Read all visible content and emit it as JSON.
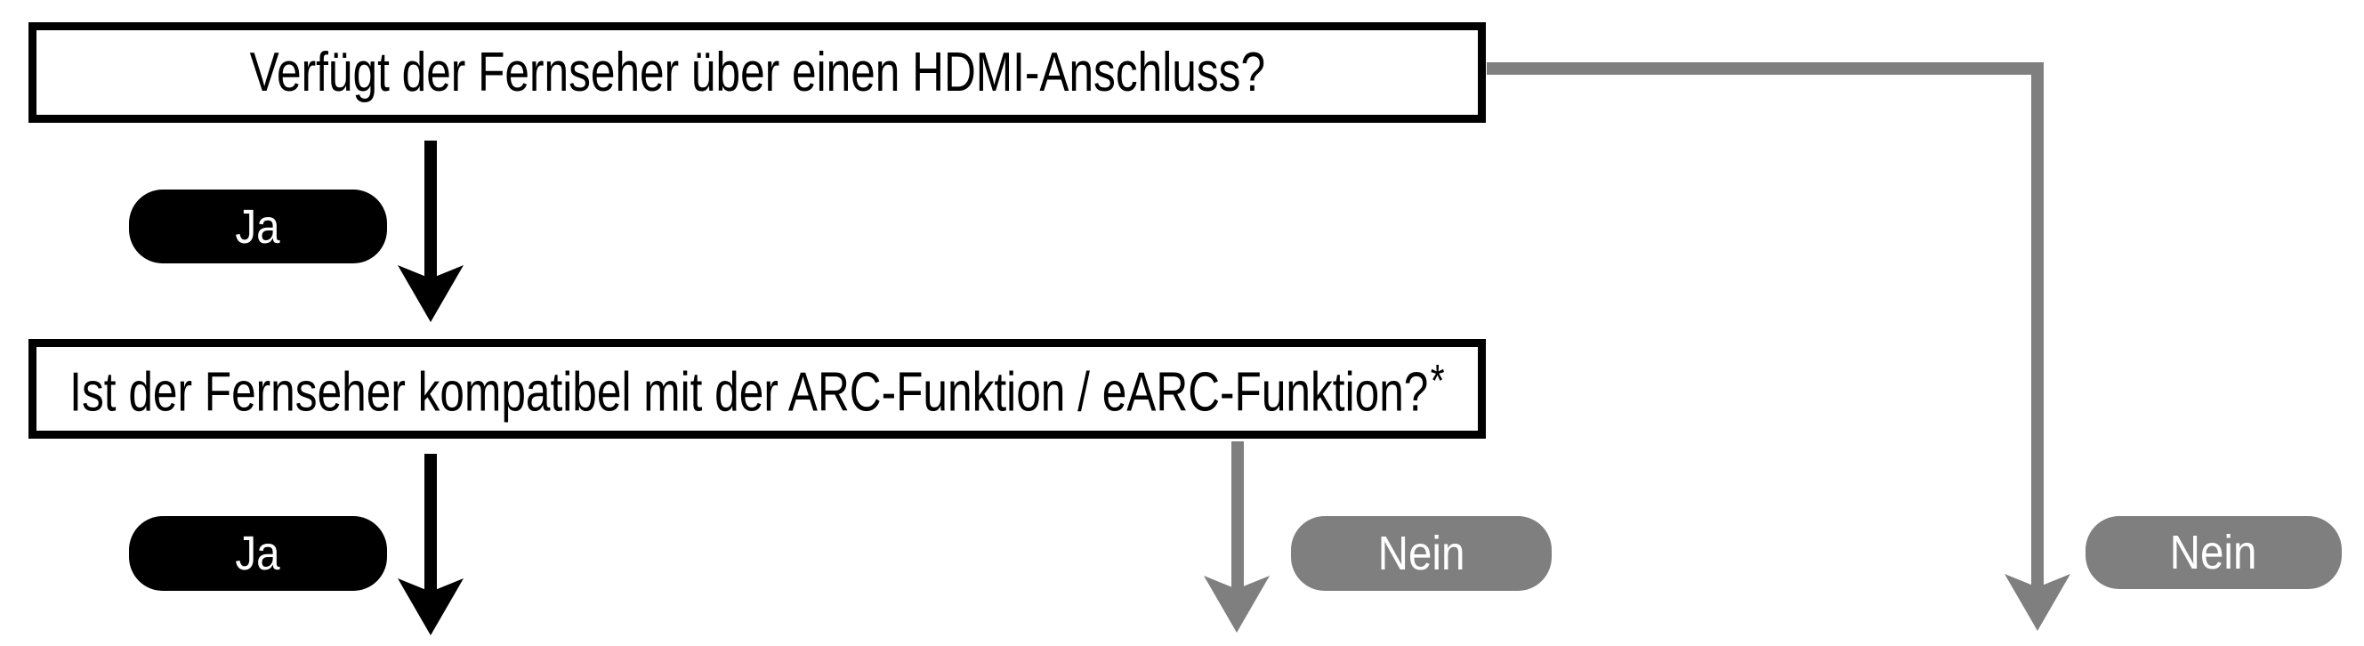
{
  "flowchart": {
    "question1": "Verfügt der Fernseher über einen HDMI-Anschluss?",
    "question2": "Ist der Fernseher kompatibel mit der ARC-Funktion / eARC-Funktion?",
    "question2_marker": "*",
    "labels": {
      "yes": "Ja",
      "no": "Nein"
    },
    "colors": {
      "black": "#000000",
      "gray": "#7f7f7f",
      "white": "#ffffff"
    }
  }
}
